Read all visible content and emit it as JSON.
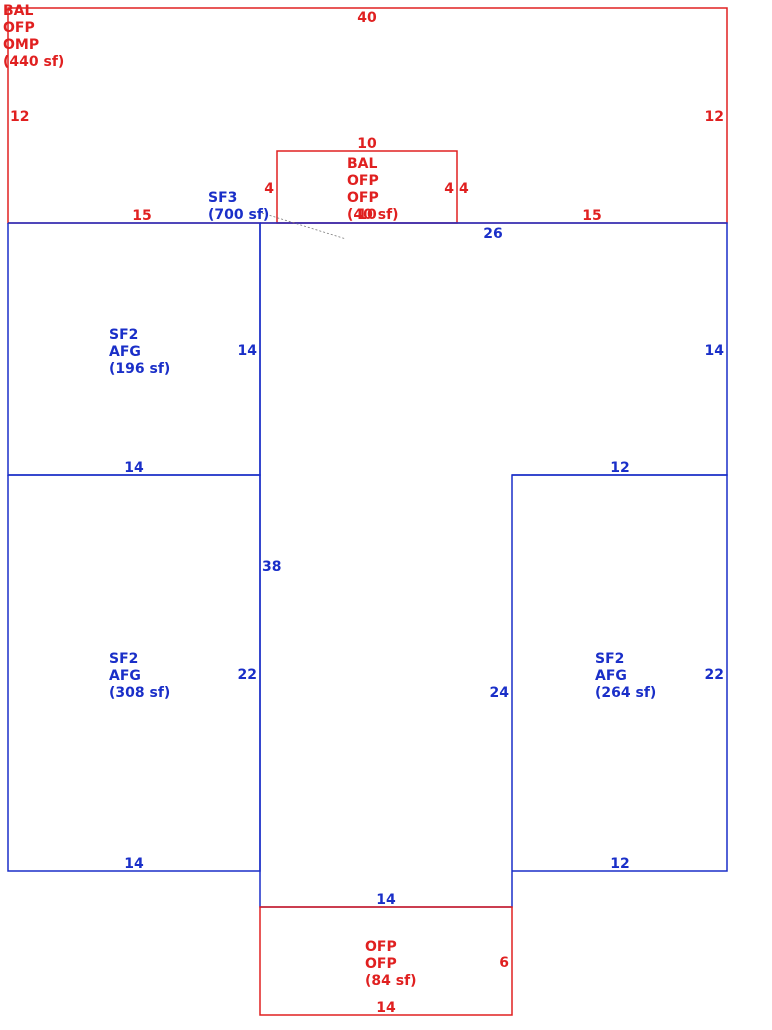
{
  "colors": {
    "red": "#e02020",
    "blue": "#1a2fc8",
    "leader": "#7a7a7a"
  },
  "areas": {
    "bal_top": {
      "lines": [
        "BAL",
        "OFP",
        "OMP",
        "(440 sf)"
      ]
    },
    "bal_small": {
      "lines": [
        "BAL",
        "OFP",
        "OFP",
        "(40 sf)"
      ]
    },
    "sf3": {
      "lines": [
        "SF3",
        "(700 sf)"
      ]
    },
    "sf2_upper_left": {
      "lines": [
        "SF2",
        "AFG",
        "(196 sf)"
      ]
    },
    "sf2_lower_left": {
      "lines": [
        "SF2",
        "AFG",
        "(308 sf)"
      ]
    },
    "sf2_right": {
      "lines": [
        "SF2",
        "AFG",
        "(264 sf)"
      ]
    },
    "ofp_bottom": {
      "lines": [
        "OFP",
        "OFP",
        "(84 sf)"
      ]
    }
  },
  "dims": {
    "top_width": "40",
    "top_left_side": "12",
    "top_right_side": "12",
    "top_bottom_left": "15",
    "top_bottom_right": "15",
    "bal_small_top": "10",
    "bal_small_left": "4",
    "bal_small_right_inner": "4",
    "bal_small_right_outer": "4",
    "bal_small_bottom": "10",
    "main_top": "26",
    "ul_right": "14",
    "ul_bottom": "14",
    "right_upper": "14",
    "right_mid_top": "12",
    "main_left": "38",
    "ll_right": "22",
    "ll_bottom": "14",
    "main_right_lower": "24",
    "r_side": "22",
    "r_bottom": "12",
    "main_bottom": "14",
    "ofp_side": "6",
    "ofp_bottom": "14"
  }
}
